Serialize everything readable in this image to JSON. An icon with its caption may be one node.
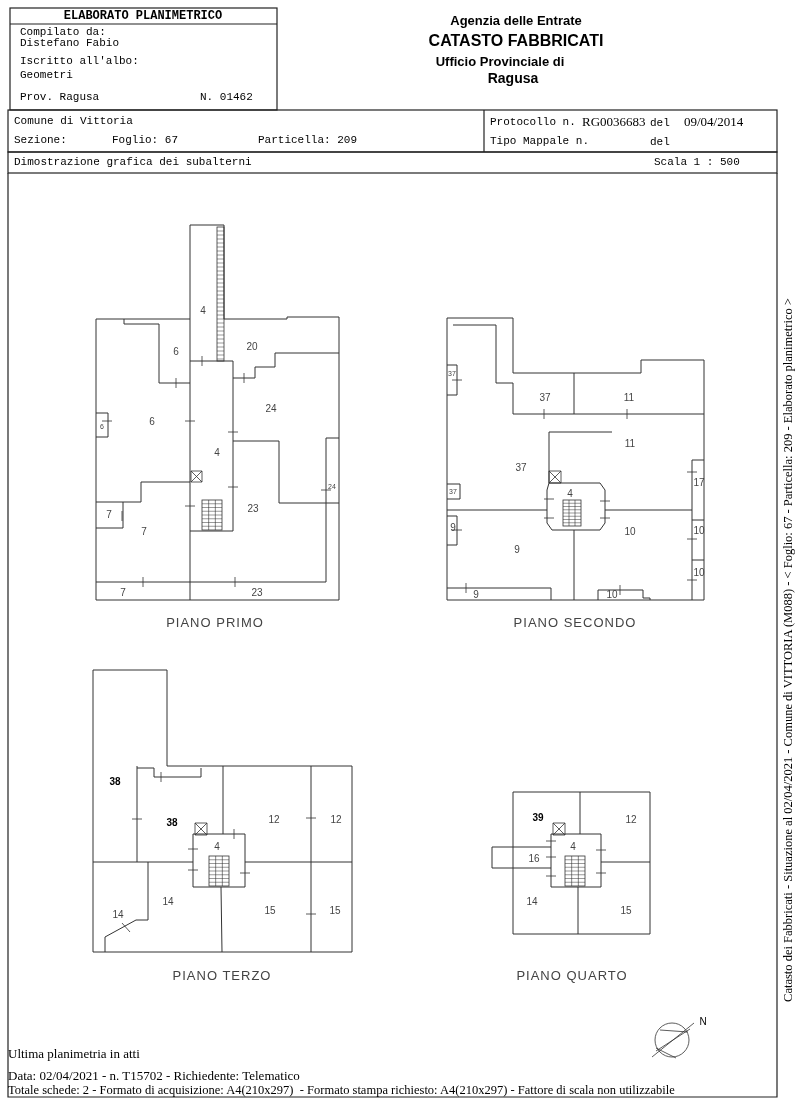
{
  "diagram": {
    "labels": [
      "ELABORATO PLANIMETRICO",
      "Compilato da:",
      "Distefano Fabio",
      "Iscritto all'albo:",
      "Geometri",
      "Prov. Ragusa",
      "N. 01462",
      "Agenzia delle Entrate",
      "CATASTO FABBRICATI",
      "Ufficio Provinciale di",
      "Ragusa",
      "Comune di Vittoria",
      "Sezione:",
      "Foglio: 67",
      "Particella: 209",
      "Protocollo n.",
      "RG0036683",
      "del",
      "09/04/2014",
      "Tipo Mappale n.",
      "del",
      "Dimostrazione grafica dei subalterni",
      "Scala 1 : 500",
      "4",
      "20",
      "6",
      "24",
      "6",
      "6",
      "4",
      "24",
      "23",
      "7",
      "7",
      "7",
      "23",
      "PIANO PRIMO",
      "37",
      "37",
      "11",
      "11",
      "37",
      "37",
      "4",
      "17",
      "9",
      "10",
      "10",
      "9",
      "10",
      "9",
      "10",
      "PIANO SECONDO",
      "38",
      "38",
      "12",
      "12",
      "4",
      "14",
      "14",
      "15",
      "15",
      "PIANO TERZO",
      "39",
      "12",
      "4",
      "16",
      "14",
      "15",
      "PIANO QUARTO",
      "N",
      "Ultima planimetria in atti",
      "Data: 02/04/2021 - n. T15702 - Richiedente: Telematico",
      "Totale schede: 2 - Formato di acquisizione: A4(210x297)  - Formato stampa richiesto: A4(210x297) - Fattore di scala non utilizzabile",
      "Catasto dei Fabbricati - Situazione al 02/04/2021 - Comune di VITTORIA (M088) - < Foglio: 67 - Particella: 209 - Elaborato planimetrico >"
    ]
  }
}
